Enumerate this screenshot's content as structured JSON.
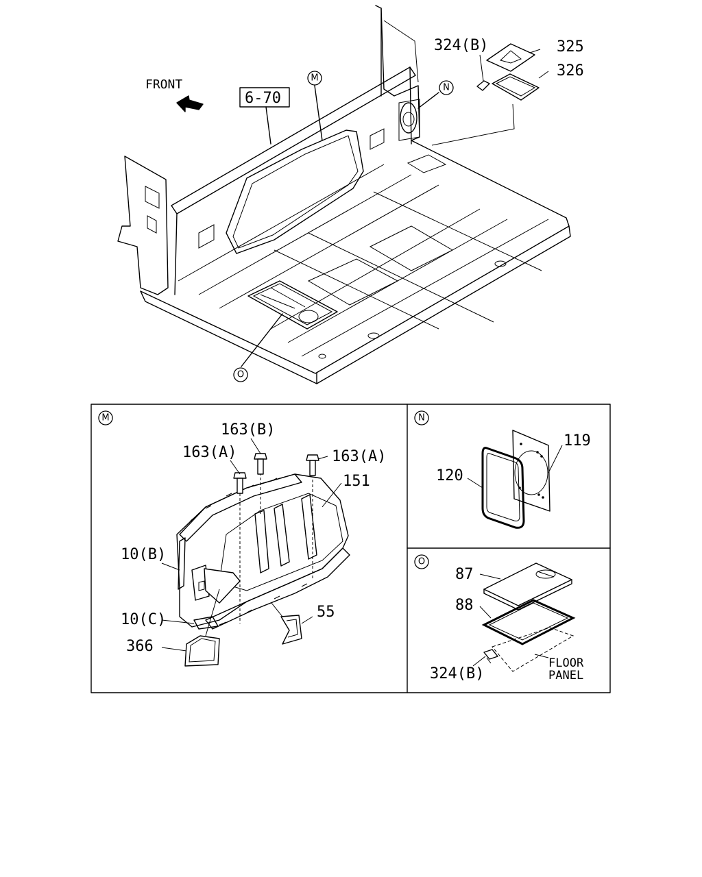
{
  "direction_label": "FRONT",
  "reference_box": "6-70",
  "markers": {
    "m": "M",
    "n": "N",
    "o": "O"
  },
  "main_view": {
    "parts": {
      "p324b": "324(B)",
      "p325": "325",
      "p326": "326"
    }
  },
  "detail_m": {
    "marker": "M",
    "parts": {
      "p163a_left": "163(A)",
      "p163b": "163(B)",
      "p163a_right": "163(A)",
      "p151": "151",
      "p10b": "10(B)",
      "p10c": "10(C)",
      "p366": "366",
      "p55": "55"
    }
  },
  "detail_n": {
    "marker": "N",
    "parts": {
      "p119": "119",
      "p120": "120"
    }
  },
  "detail_o": {
    "marker": "O",
    "parts": {
      "p87": "87",
      "p88": "88",
      "p324b": "324(B)",
      "floor_line1": "FLOOR",
      "floor_line2": "PANEL"
    }
  }
}
